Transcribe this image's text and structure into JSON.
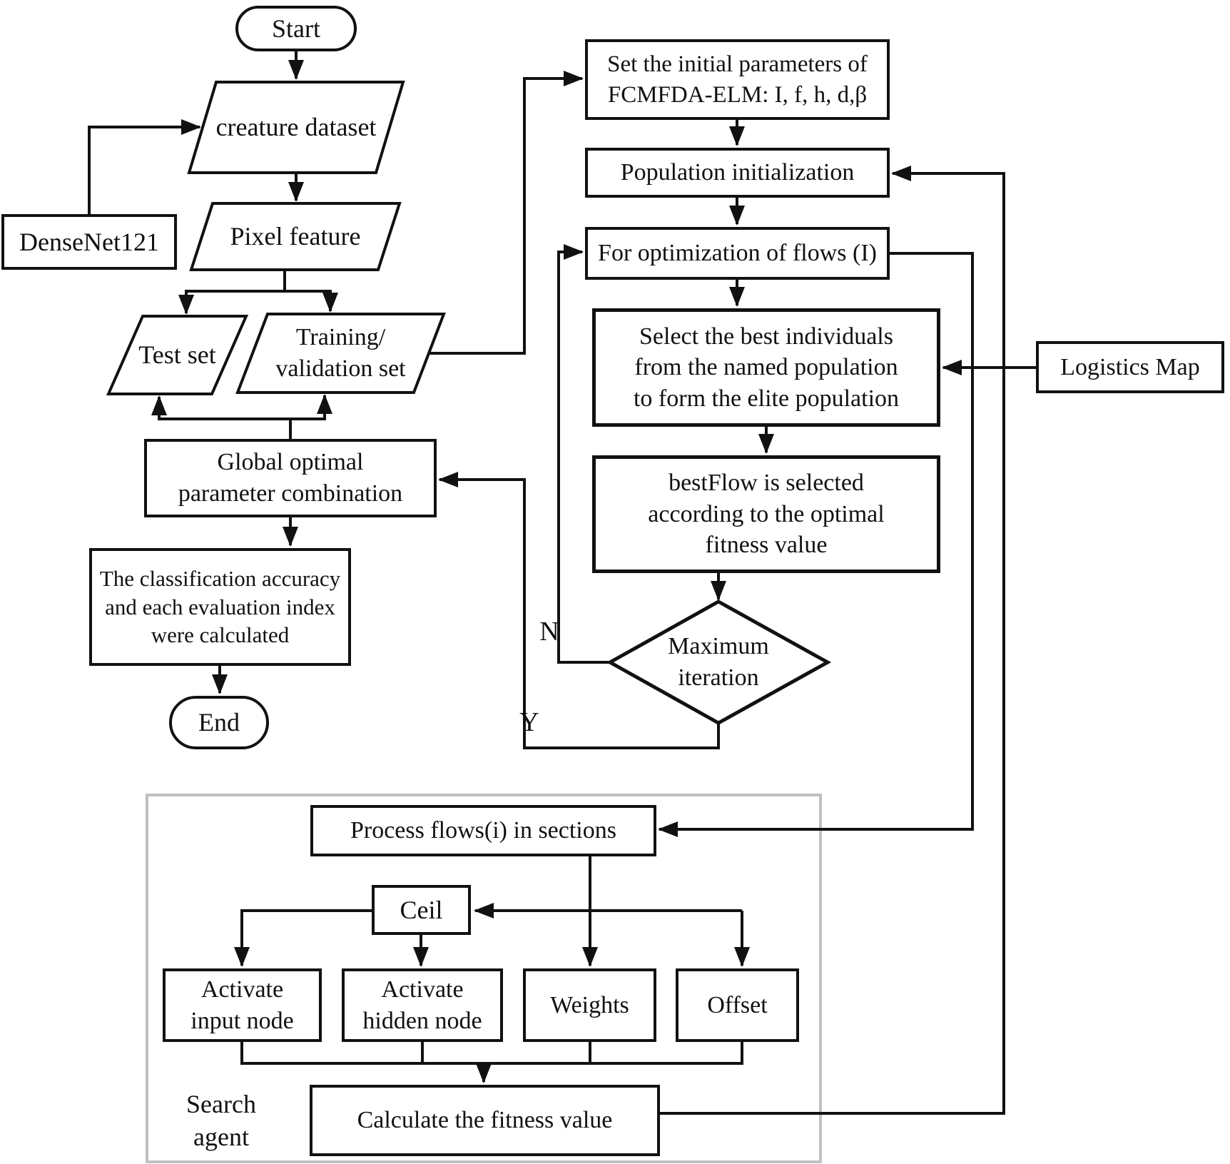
{
  "diagram": {
    "title_hint": "FCMFDA-ELM optimization flowchart",
    "colors": {
      "line": "#111111",
      "node_fill": "#ffffff",
      "text": "#111111",
      "group_border": "#c0c0c0",
      "background": "#ffffff"
    },
    "nodes": {
      "start": {
        "label": "Start",
        "shape": "stadium"
      },
      "creature_dataset": {
        "label": "creature dataset",
        "shape": "parallelogram"
      },
      "densenet": {
        "label": "DenseNet121",
        "shape": "rect"
      },
      "pixel_feature": {
        "label": "Pixel feature",
        "shape": "parallelogram"
      },
      "test_set": {
        "label": "Test set",
        "shape": "parallelogram"
      },
      "training_validation": {
        "label": "Training/\nvalidation set",
        "shape": "parallelogram"
      },
      "set_initial": {
        "label": "Set the initial parameters of\nFCMFDA-ELM: I, f, h, d,β",
        "shape": "rect"
      },
      "population_init": {
        "label": "Population initialization",
        "shape": "rect"
      },
      "for_optimization": {
        "label": "For optimization of flows (I)",
        "shape": "rect"
      },
      "select_best": {
        "label": "Select the best individuals\nfrom the named population\nto form the elite population",
        "shape": "rect"
      },
      "bestflow": {
        "label": "bestFlow is selected\naccording to the optimal\nfitness value",
        "shape": "rect"
      },
      "max_iteration": {
        "label": "Maximum\niteration",
        "shape": "diamond"
      },
      "logistics_map": {
        "label": "Logistics Map",
        "shape": "rect"
      },
      "global_optimal": {
        "label": "Global optimal\nparameter combination",
        "shape": "rect"
      },
      "classification": {
        "label": "The classification accuracy\nand each evaluation index\nwere calculated",
        "shape": "rect"
      },
      "end": {
        "label": "End",
        "shape": "stadium"
      },
      "process_flows": {
        "label": "Process flows(i) in sections",
        "shape": "rect"
      },
      "ceil": {
        "label": "Ceil",
        "shape": "rect"
      },
      "activate_input": {
        "label": "Activate\ninput node",
        "shape": "rect"
      },
      "activate_hidden": {
        "label": "Activate\nhidden node",
        "shape": "rect"
      },
      "weights": {
        "label": "Weights",
        "shape": "rect"
      },
      "offset": {
        "label": "Offset",
        "shape": "rect"
      },
      "calculate_fitness": {
        "label": "Calculate the fitness value",
        "shape": "rect"
      },
      "search_agent": {
        "label": "Search\nagent",
        "shape": "label"
      }
    },
    "branch_labels": {
      "no": "N",
      "yes": "Y"
    }
  }
}
